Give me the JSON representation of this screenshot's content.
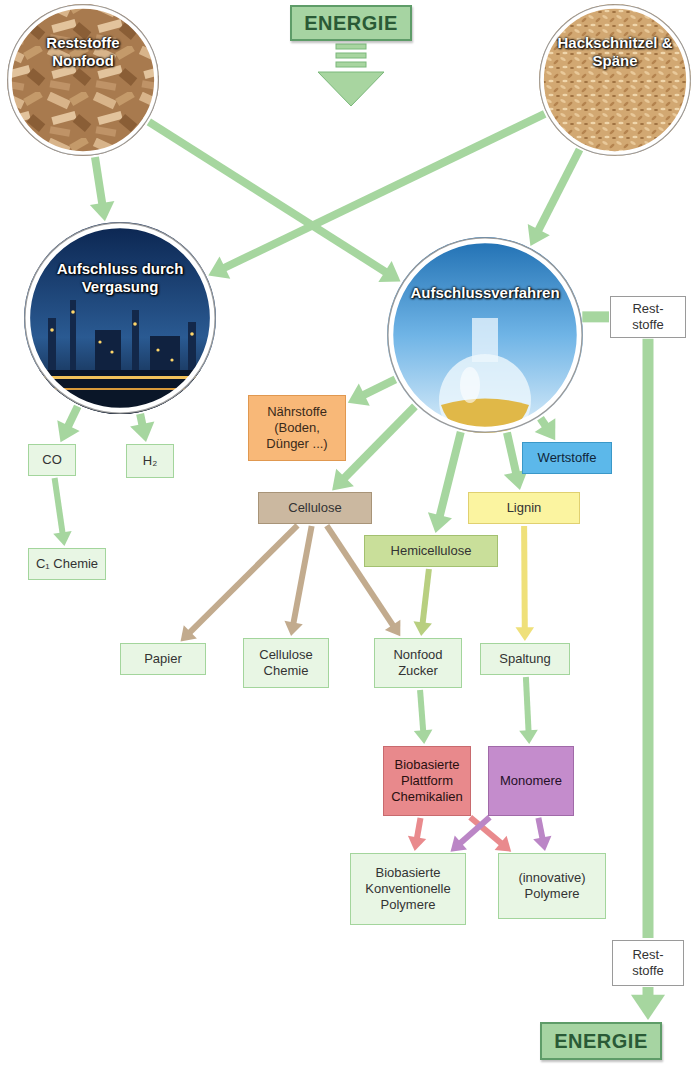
{
  "diagram": {
    "nodes": [
      {
        "text": [
          "ENERGIE"
        ]
      },
      {
        "text": [
          "Reststoffe Nonfood"
        ]
      },
      {
        "text": [
          "Hackschnitzel & Späne"
        ]
      },
      {
        "text": [
          "Aufschluss durch Vergasung"
        ]
      },
      {
        "text": [
          "Aufschlussverfahren"
        ]
      },
      {
        "text": [
          "Rest- stoffe"
        ]
      },
      {
        "text": [
          "Nährstoffe (Boden, Dünger ...)"
        ]
      },
      {
        "text": [
          "Wertstoffe"
        ]
      },
      {
        "text": [
          "CO"
        ]
      },
      {
        "text": [
          "H₂"
        ]
      },
      {
        "text": [
          "Cellulose"
        ]
      },
      {
        "text": [
          "Lignin"
        ]
      },
      {
        "text": [
          "Hemicellulose"
        ]
      },
      {
        "text": [
          "C₁ Chemie"
        ]
      },
      {
        "text": [
          "Papier"
        ]
      },
      {
        "text": [
          "Cellulose Chemie"
        ]
      },
      {
        "text": [
          "Nonfood Zucker"
        ]
      },
      {
        "text": [
          "Spaltung"
        ]
      },
      {
        "text": [
          "Biobasierte Plattform Chemikalien"
        ]
      },
      {
        "text": [
          "Monomere"
        ]
      },
      {
        "text": [
          "Biobasierte Konventionelle Polymere"
        ]
      },
      {
        "text": [
          "(innovative) Polymere"
        ]
      },
      {
        "text": [
          "Rest- stoffe"
        ]
      },
      {
        "text": [
          "ENERGIE"
        ]
      }
    ],
    "edges": [
      {
        "from": 1,
        "to": 3,
        "arrow": "to"
      },
      {
        "from": 1,
        "to": 4,
        "arrow": "to"
      },
      {
        "from": 2,
        "to": 3,
        "arrow": "to"
      },
      {
        "from": 2,
        "to": 4,
        "arrow": "to"
      },
      {
        "from": 3,
        "to": 8,
        "arrow": "to"
      },
      {
        "from": 3,
        "to": 9,
        "arrow": "to"
      },
      {
        "from": 4,
        "to": 5,
        "arrow": "none"
      },
      {
        "from": 4,
        "to": 6,
        "arrow": "to"
      },
      {
        "from": 4,
        "to": 10,
        "arrow": "to"
      },
      {
        "from": 4,
        "to": 12,
        "arrow": "to"
      },
      {
        "from": 4,
        "to": 11,
        "arrow": "to"
      },
      {
        "from": 4,
        "to": 7,
        "arrow": "to"
      },
      {
        "from": 5,
        "to": 22,
        "arrow": "none"
      },
      {
        "from": 22,
        "to": 23,
        "arrow": "to"
      },
      {
        "from": 8,
        "to": 13,
        "arrow": "to"
      },
      {
        "from": 10,
        "to": 14,
        "arrow": "to"
      },
      {
        "from": 10,
        "to": 15,
        "arrow": "to"
      },
      {
        "from": 10,
        "to": 16,
        "arrow": "to"
      },
      {
        "from": 12,
        "to": 16,
        "arrow": "to"
      },
      {
        "from": 11,
        "to": 17,
        "arrow": "to"
      },
      {
        "from": 16,
        "to": 18,
        "arrow": "to"
      },
      {
        "from": 17,
        "to": 19,
        "arrow": "to"
      },
      {
        "from": 18,
        "to": 20,
        "arrow": "to"
      },
      {
        "from": 18,
        "to": 21,
        "arrow": "to"
      },
      {
        "from": 19,
        "to": 20,
        "arrow": "to"
      },
      {
        "from": 19,
        "to": 21,
        "arrow": "to"
      }
    ]
  }
}
